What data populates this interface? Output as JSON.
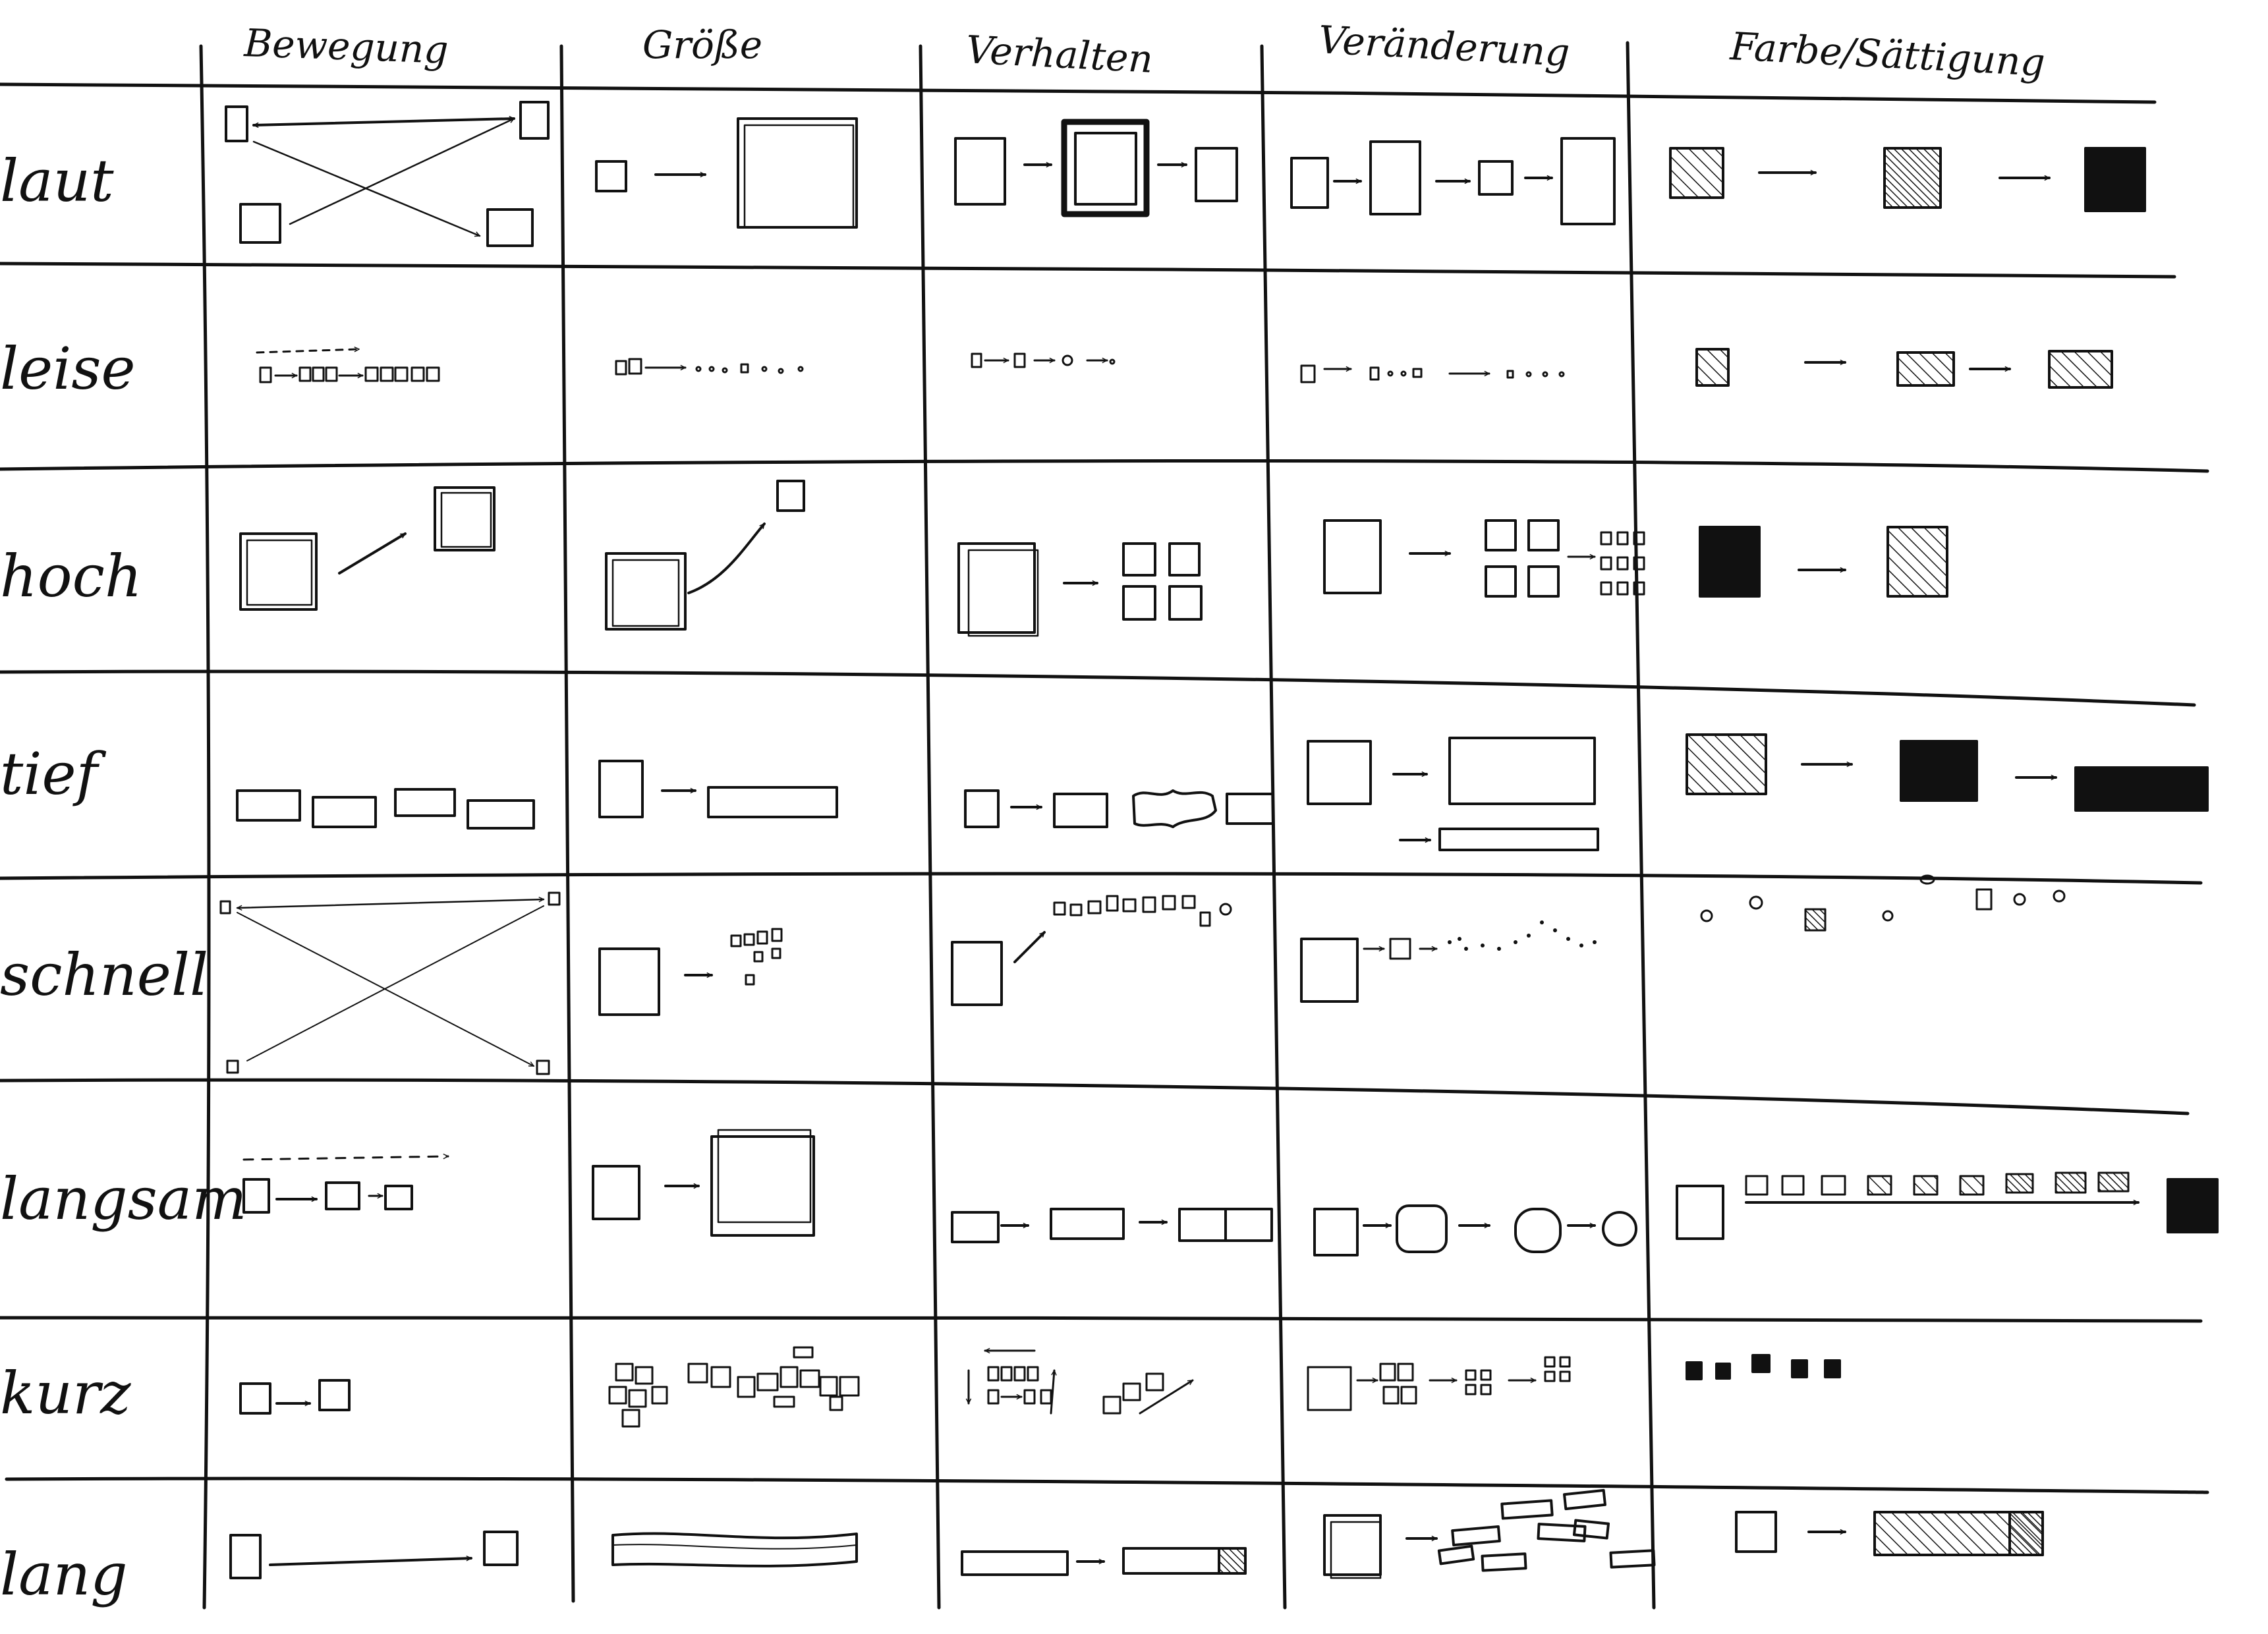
{
  "columns": [
    "Bewegung",
    "Größe",
    "Verhalten",
    "Veränderung",
    "Farbe/Sättigung"
  ],
  "rows": [
    "laut",
    "leise",
    "hoch",
    "tief",
    "schnell",
    "langsam",
    "kurz",
    "lang"
  ],
  "colors": {
    "ink": "#111111",
    "paper": "#ffffff"
  }
}
